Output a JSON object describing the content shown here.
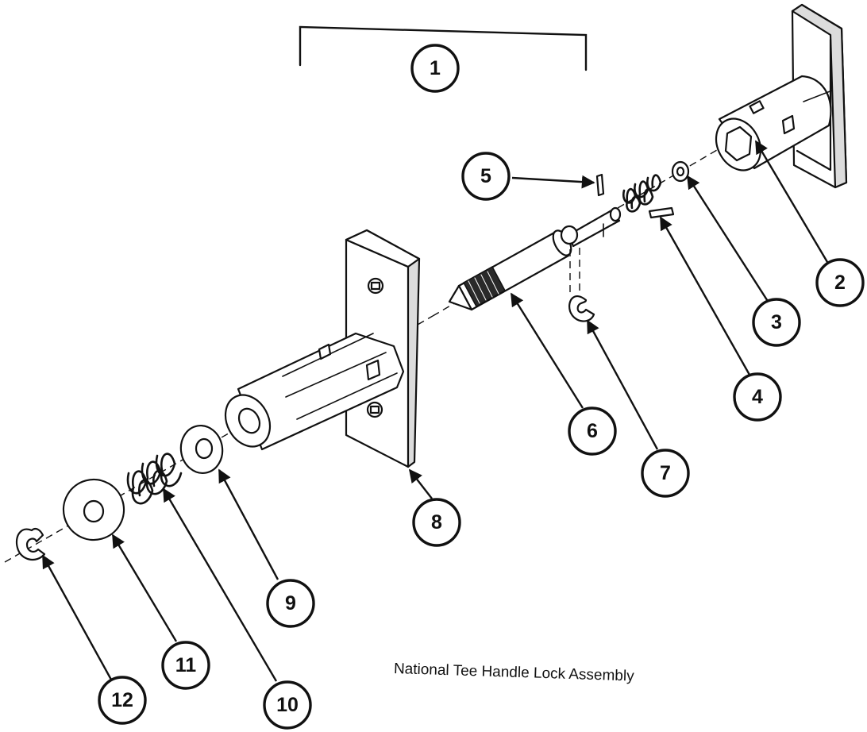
{
  "caption": "National Tee Handle Lock Assembly",
  "callouts": {
    "c1": "1",
    "c2": "2",
    "c3": "3",
    "c4": "4",
    "c5": "5",
    "c6": "6",
    "c7": "7",
    "c8": "8",
    "c9": "9",
    "c10": "10",
    "c11": "11",
    "c12": "12"
  }
}
